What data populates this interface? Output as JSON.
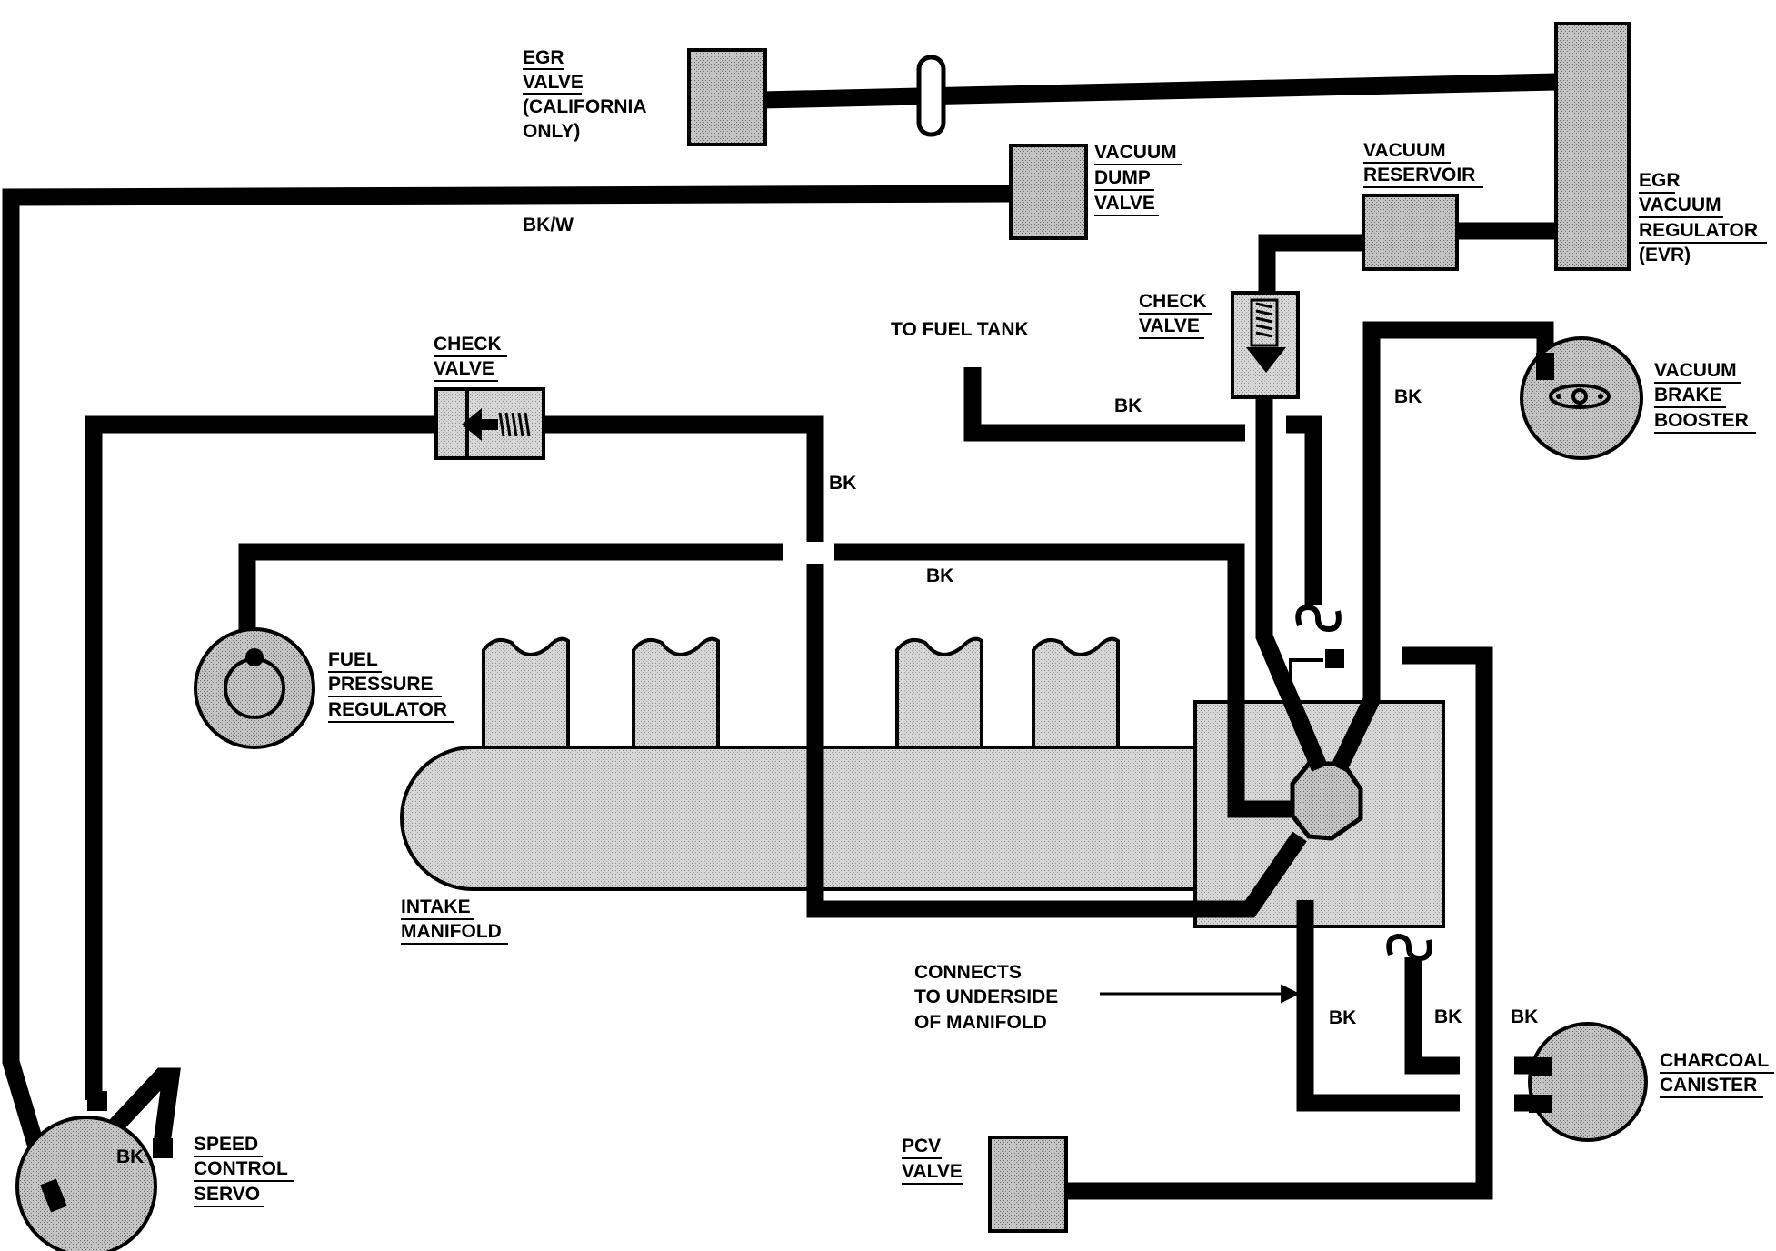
{
  "labels": {
    "egr_valve": [
      "EGR",
      "VALVE",
      "(CALIFORNIA",
      "ONLY)"
    ],
    "vacuum_dump_valve": [
      "VACUUM",
      "DUMP",
      "VALVE"
    ],
    "vacuum_reservoir": [
      "VACUUM",
      "RESERVOIR"
    ],
    "egr_vacuum_regulator": [
      "EGR",
      "VACUUM",
      "REGULATOR",
      "(EVR)"
    ],
    "check_valve_left": [
      "CHECK",
      "VALVE"
    ],
    "check_valve_right": [
      "CHECK",
      "VALVE"
    ],
    "to_fuel_tank": "TO FUEL TANK",
    "vacuum_brake_booster": [
      "VACUUM",
      "BRAKE",
      "BOOSTER"
    ],
    "fuel_pressure_regulator": [
      "FUEL",
      "PRESSURE",
      "REGULATOR"
    ],
    "intake_manifold": [
      "INTAKE",
      "MANIFOLD"
    ],
    "connects_note": [
      "CONNECTS",
      "TO UNDERSIDE",
      "OF MANIFOLD"
    ],
    "charcoal_canister": [
      "CHARCOAL",
      "CANISTER"
    ],
    "pcv_valve": [
      "PCV",
      "VALVE"
    ],
    "speed_control_servo": [
      "SPEED",
      "CONTROL",
      "SERVO"
    ]
  },
  "hose_colors": {
    "dump_to_servo": "BK/W",
    "fuel_tank_line": "BK",
    "brake_booster_line": "BK",
    "check_valve_to_manifold": "BK",
    "fuel_regulator_line": "BK",
    "underside_line": "BK",
    "canister_line_1": "BK",
    "canister_line_2": "BK",
    "servo_inner": "BK"
  }
}
